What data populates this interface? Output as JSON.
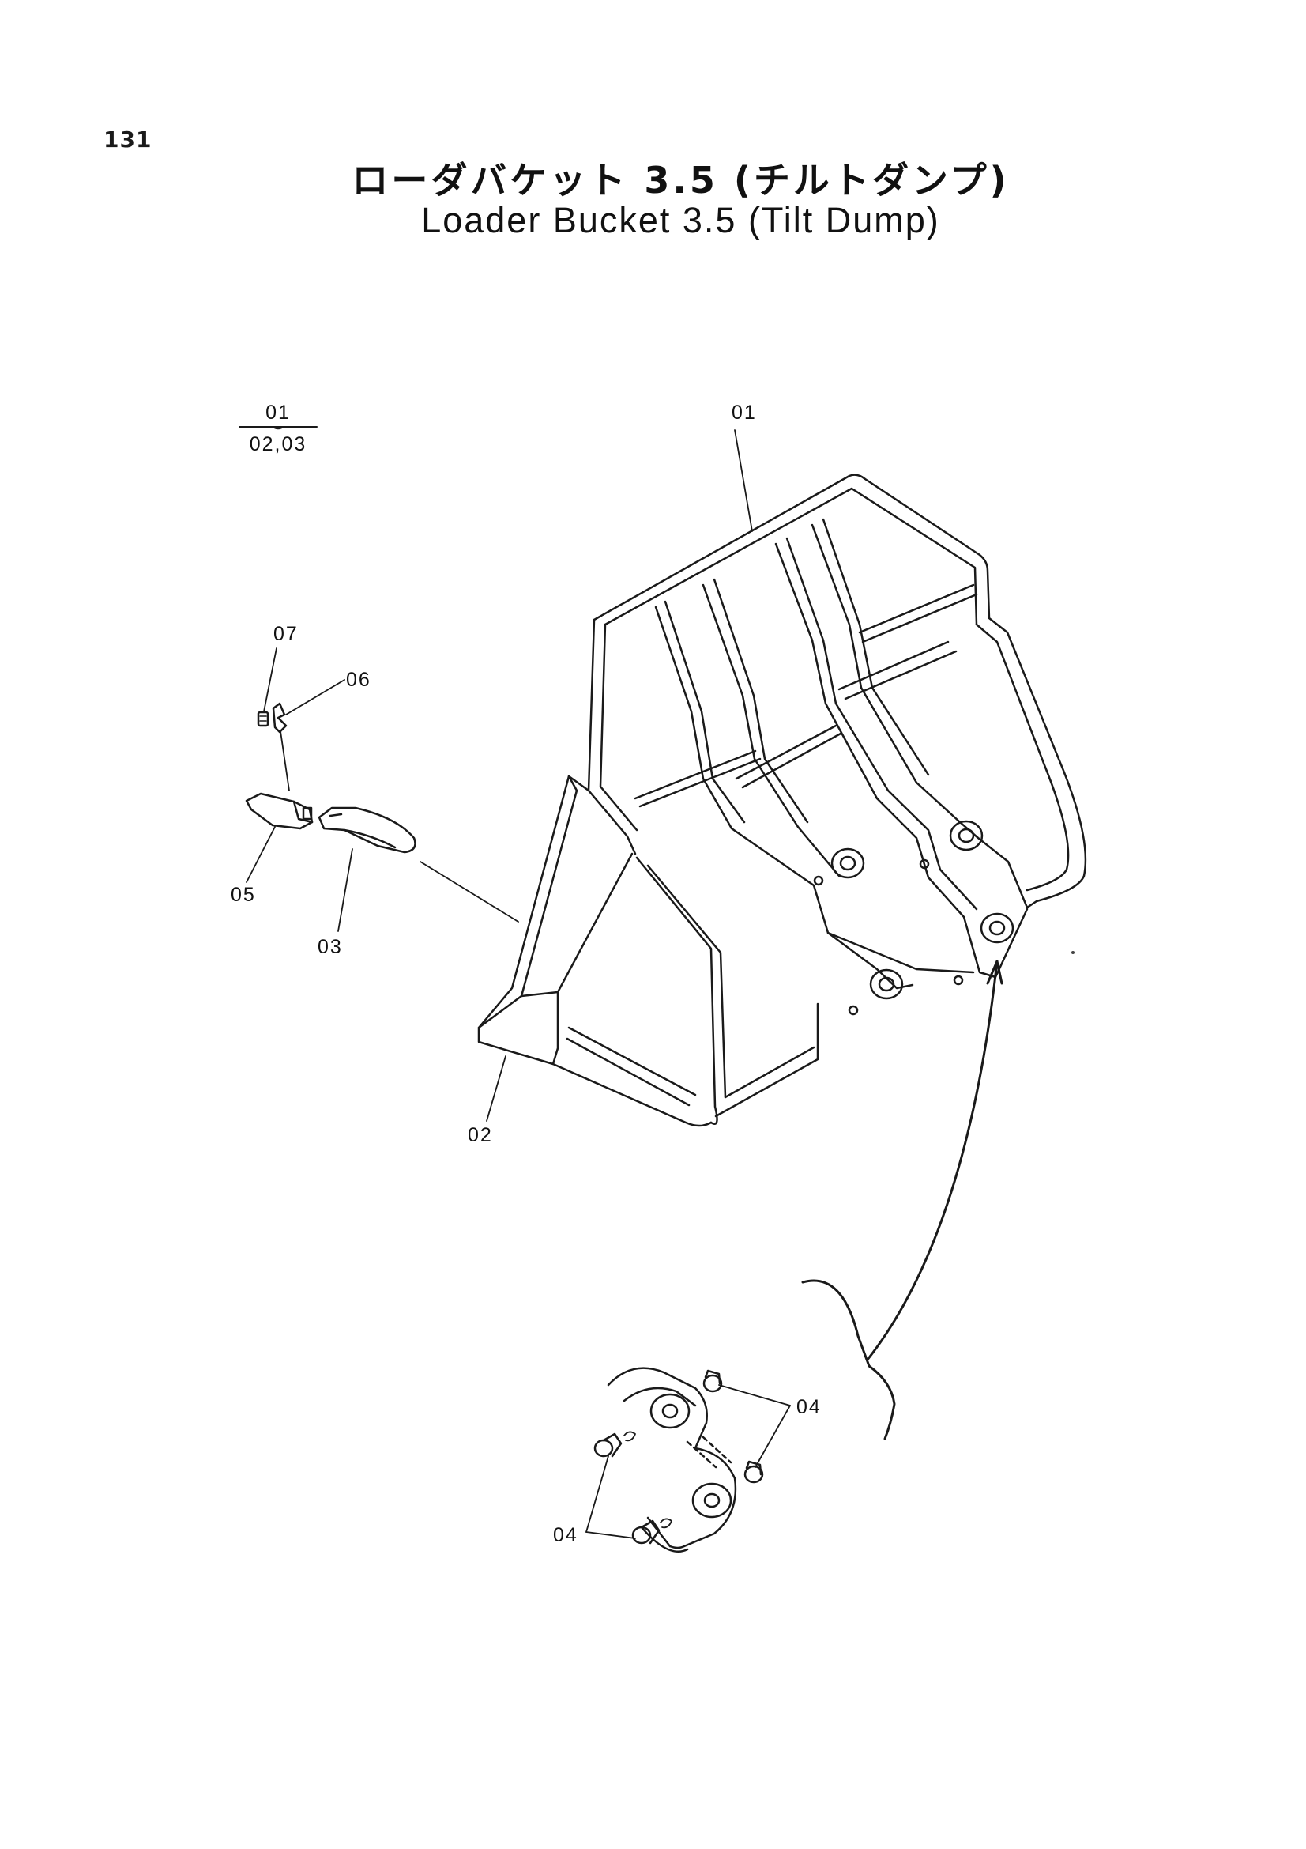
{
  "page_number": "131",
  "title_ja": "ローダバケット 3.5 (チルトダンプ)",
  "title_en": "Loader Bucket 3.5 (Tilt Dump)",
  "legend": {
    "top": "01",
    "bottom": "02,03"
  },
  "callouts": {
    "c01": "01",
    "c02": "02",
    "c03": "03",
    "c04a": "04",
    "c04b": "04",
    "c05": "05",
    "c06": "06",
    "c07": "07"
  }
}
